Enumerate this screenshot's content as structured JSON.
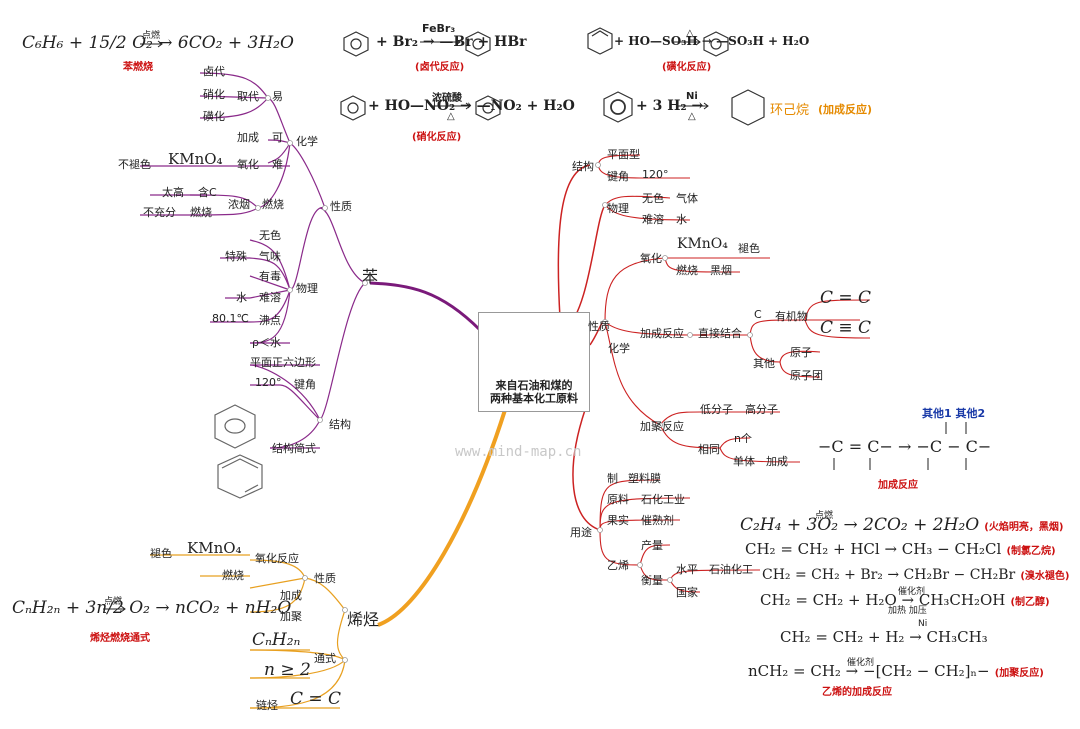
{
  "center": {
    "title_line1": "来自石油和煤的",
    "title_line2": "两种基本化工原料"
  },
  "watermark": "www.mind-map.cn",
  "top_formulas": {
    "benzene_combustion": {
      "eq": "C₆H₆ + 15/2 O₂ → 6CO₂ + 3H₂O",
      "cond": "点燃",
      "label": "苯燃烧"
    },
    "halogenation": {
      "eq": "+ Br₂ → —Br + HBr",
      "cond": "FeBr₃",
      "label": "(卤代反应)"
    },
    "sulfonation": {
      "eq": "+ HO—SO₃H → —SO₃H + H₂O",
      "cond": "△",
      "label": "(磺化反应)"
    },
    "nitration": {
      "eq": "+ HO—NO₂ → —NO₂ + H₂O",
      "cond": "浓硫酸",
      "cond2": "△",
      "label": "(硝化反应)"
    },
    "hydrogenation": {
      "eq": "+ 3 H₂ →",
      "cond": "Ni",
      "cond2": "△",
      "product": "环己烷",
      "label": "(加成反应)"
    }
  },
  "benzene": {
    "label": "苯",
    "chem": "化学",
    "subst": "取代",
    "easy": "易",
    "halo": "卤代",
    "nitro": "硝化",
    "sulfo": "磺化",
    "addition": "加成",
    "can": "可",
    "oxidation": "氧化",
    "hard": "难",
    "kmno4": "KMnO₄",
    "nofade": "不褪色",
    "burn": "燃烧",
    "thick": "浓烟",
    "too_high": "太高",
    "c_content": "含C",
    "incomplete": "不充分",
    "burn2": "燃烧",
    "props": "性质",
    "phys": "物理",
    "colorless": "无色",
    "smell": "气味",
    "special": "特殊",
    "toxic": "有毒",
    "insoluble": "难溶",
    "water": "水",
    "bp": "沸点",
    "bp_val": "80.1℃",
    "density": "ρ＜水",
    "structure": "结构",
    "hexagon": "平面正六边形",
    "bond_angle": "键角",
    "angle": "120°",
    "simple": "结构简式"
  },
  "alkene": {
    "label": "烯烃",
    "props": "性质",
    "oxidation": "氧化反应",
    "fade": "褪色",
    "kmno4": "KMnO₄",
    "burn": "燃烧",
    "addition": "加成",
    "polymer": "加聚",
    "general": "通式",
    "cnh2n": "CₙH₂ₙ",
    "n2": "n ≥ 2",
    "chain": "链烃",
    "cc": "C = C",
    "combustion_eq": "CₙH₂ₙ + 3n/2 O₂ → nCO₂ + nH₂O",
    "cond": "点燃",
    "combustion_label": "烯烃燃烧通式"
  },
  "ethylene": {
    "structure": "结构",
    "planar": "平面型",
    "bond_angle": "键角",
    "angle": "120°",
    "phys": "物理",
    "colorless": "无色",
    "gas": "气体",
    "insoluble": "难溶",
    "water": "水",
    "props": "性质",
    "chem": "化学",
    "oxidation": "氧化",
    "kmno4": "KMnO₄",
    "fade": "褪色",
    "burn": "燃烧",
    "smoke": "黑烟",
    "addition": "加成反应",
    "direct": "直接结合",
    "c": "C",
    "organic": "有机物",
    "cdc": "C = C",
    "ctc": "C ≡ C",
    "other": "其他",
    "atom": "原子",
    "group": "原子团",
    "poly": "加聚反应",
    "low": "低分子",
    "high": "高分子",
    "same": "相同",
    "n": "n个",
    "monomer": "单体",
    "add": "加成",
    "uses": "用途",
    "make": "制",
    "film": "塑料膜",
    "raw": "原料",
    "petro": "石化工业",
    "fruit": "果实",
    "ripen": "催熟剂",
    "ethylene": "乙烯",
    "output": "产量",
    "level": "水平",
    "petro2": "石油化工",
    "measure": "衡量",
    "nation": "国家",
    "other_labels": "其他1 其他2",
    "addition_label": "加成反应",
    "eqs": [
      {
        "eq": "C₂H₄ + 3O₂ → 2CO₂ + 2H₂O",
        "cond": "点燃",
        "note": "(火焰明亮，黑烟)"
      },
      {
        "eq": "CH₂ = CH₂ + HCl → CH₃ − CH₂Cl",
        "note": "(制氯乙烷)"
      },
      {
        "eq": "CH₂ = CH₂ + Br₂ → CH₂Br − CH₂Br",
        "note": "(溴水褪色)"
      },
      {
        "eq": "CH₂ = CH₂ + H₂O → CH₃CH₂OH",
        "cond": "催化剂",
        "cond2": "加热  加压",
        "note": "(制乙醇)"
      },
      {
        "eq": "CH₂ = CH₂ + H₂ → CH₃CH₃",
        "cond": "Ni",
        "note": ""
      },
      {
        "eq": "nCH₂ = CH₂ → −[CH₂ − CH₂]ₙ−",
        "cond": "催化剂",
        "note": "(加聚反应)"
      }
    ],
    "poly_label": "乙烯的加成反应",
    "scheme": "−C = C− → −C − C−"
  },
  "colors": {
    "purple": "#8a2a8a",
    "orange": "#e8a020",
    "red": "#cc2222"
  }
}
